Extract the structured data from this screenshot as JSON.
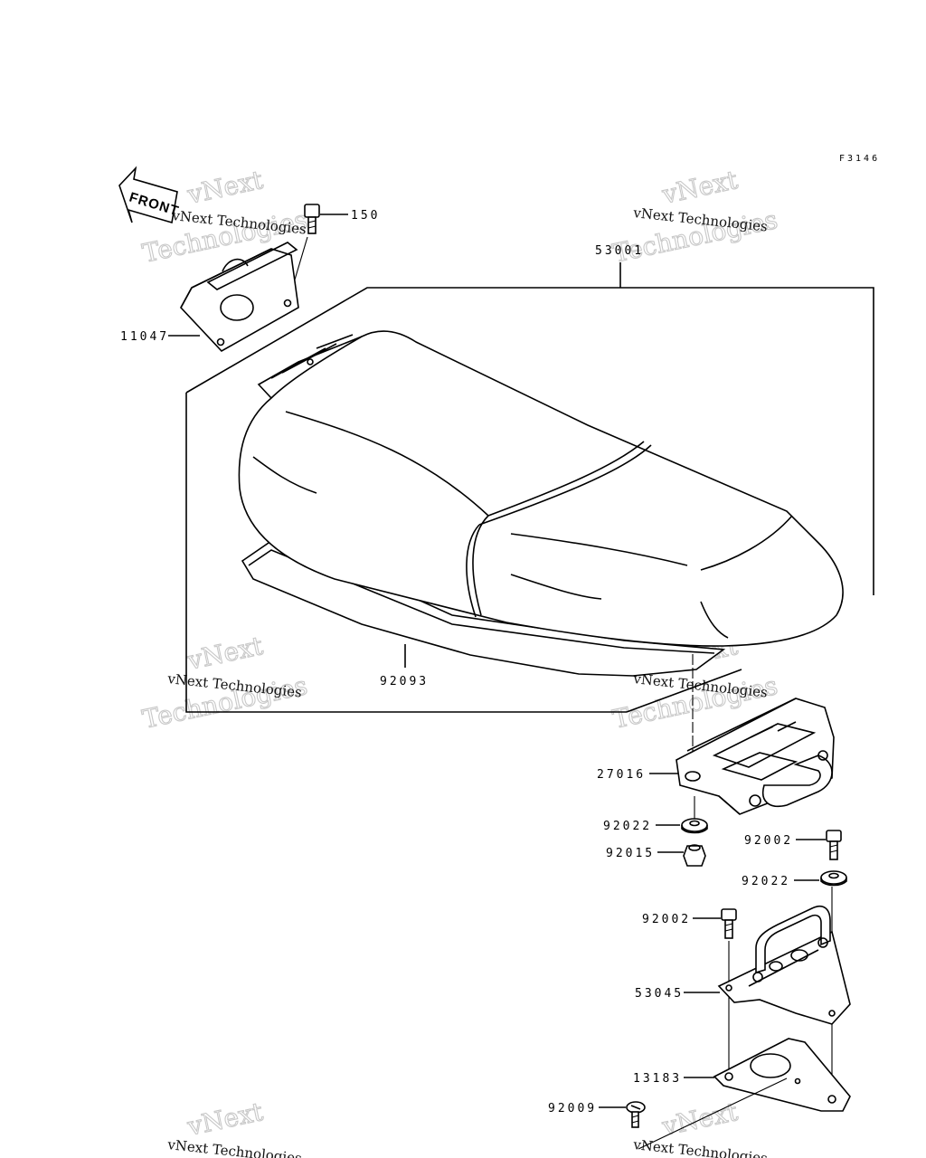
{
  "diagram_code": "F3146",
  "front_arrow_label": "FRONT",
  "watermark": {
    "line1": "vNext Technologies",
    "line2": "Technologies",
    "top": "vNext"
  },
  "parts": [
    {
      "id": "p150",
      "label": "150"
    },
    {
      "id": "p53001",
      "label": "53001"
    },
    {
      "id": "p11047",
      "label": "11047"
    },
    {
      "id": "p92093",
      "label": "92093"
    },
    {
      "id": "p27016",
      "label": "27016"
    },
    {
      "id": "p92022a",
      "label": "92022"
    },
    {
      "id": "p92015",
      "label": "92015"
    },
    {
      "id": "p92002a",
      "label": "92002"
    },
    {
      "id": "p92022b",
      "label": "92022"
    },
    {
      "id": "p92002b",
      "label": "92002"
    },
    {
      "id": "p53045",
      "label": "53045"
    },
    {
      "id": "p13183",
      "label": "13183"
    },
    {
      "id": "p92009",
      "label": "92009"
    }
  ]
}
